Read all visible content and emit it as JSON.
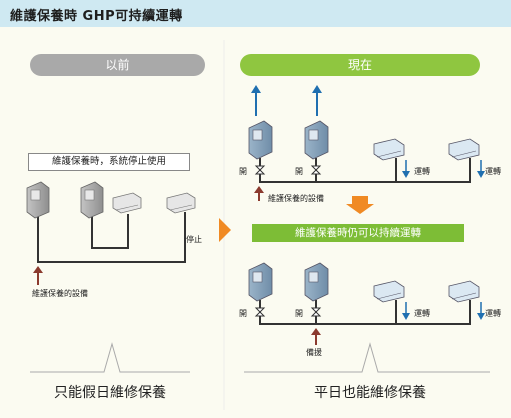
{
  "header": {
    "title": "維護保養時 GHP可持續運轉"
  },
  "left": {
    "pill": "以前",
    "box_label": "維護保養時，系統停止使用",
    "stop_label": "停止",
    "equipment_label": "維護保養的設備",
    "caption": "只能假日維修保養"
  },
  "right": {
    "pill": "現在",
    "open_label": "開",
    "run_label": "運轉",
    "equipment_label": "維護保養的設備",
    "green_bar": "維護保養時仍可以持續運轉",
    "backup_label": "備援",
    "caption": "平日也能維修保養"
  },
  "colors": {
    "header_bg": "#cfe9f2",
    "pill_before": "#a9a9a9",
    "pill_now": "#8fc640",
    "green_bar": "#7dbd36",
    "orange": "#f08a24",
    "maintenance_arrow": "#8b3a2e",
    "flow_arrow": "#1f6fb0"
  }
}
